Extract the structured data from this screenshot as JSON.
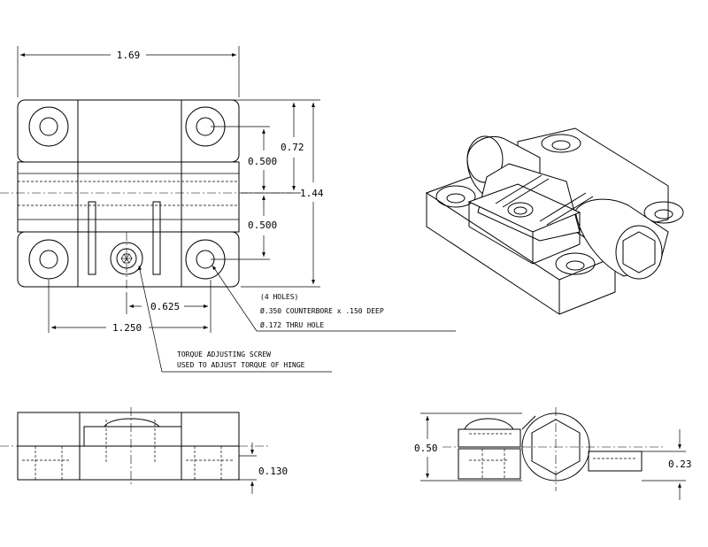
{
  "dimensions": {
    "overall_width": "1.69",
    "top_height": "0.72",
    "overall_height": "1.44",
    "upper_spacing": "0.500",
    "lower_spacing": "0.500",
    "screw_offset": "0.625",
    "hole_spacing": "1.250",
    "leaf_thickness": "0.130",
    "side_height": "0.50",
    "side_offset": "0.23"
  },
  "hole_note": {
    "line1": "(4 HOLES)",
    "line2": "Ø.350 COUNTERBORE x .150 DEEP",
    "line3": "Ø.172 THRU HOLE"
  },
  "screw_note": {
    "line1": "TORQUE ADJUSTING SCREW",
    "line2": "USED TO ADJUST TORQUE OF HINGE"
  }
}
